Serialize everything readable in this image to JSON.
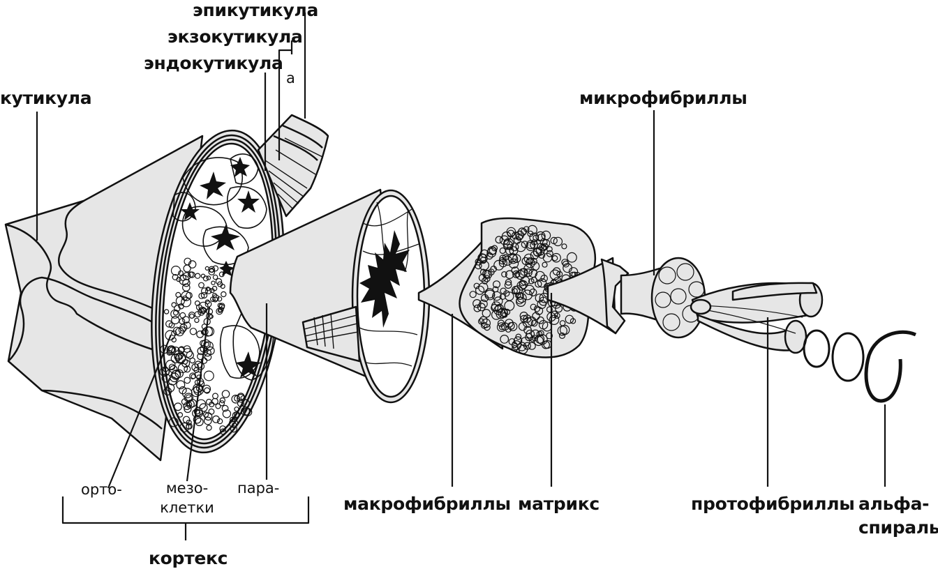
{
  "labels": {
    "epicuticle": "эпикутикула",
    "exocuticle": "экзокутикула",
    "endocuticle": "эндокутикула",
    "a_mark": "а",
    "cuticle": "кутикула",
    "microfibrils": "микрофибриллы",
    "ortho": "орто-",
    "meso": "мезо-",
    "cells": "клетки",
    "para": "пара-",
    "cortex": "кортекс",
    "macrofibrils": "макрофибриллы",
    "matrix": "матрикс",
    "protofibrils": "протофибриллы",
    "alpha": "альфа-",
    "helix": "спираль"
  },
  "colors": {
    "ink": "#111111",
    "fill": "#e6e6e6",
    "background": "#ffffff"
  }
}
